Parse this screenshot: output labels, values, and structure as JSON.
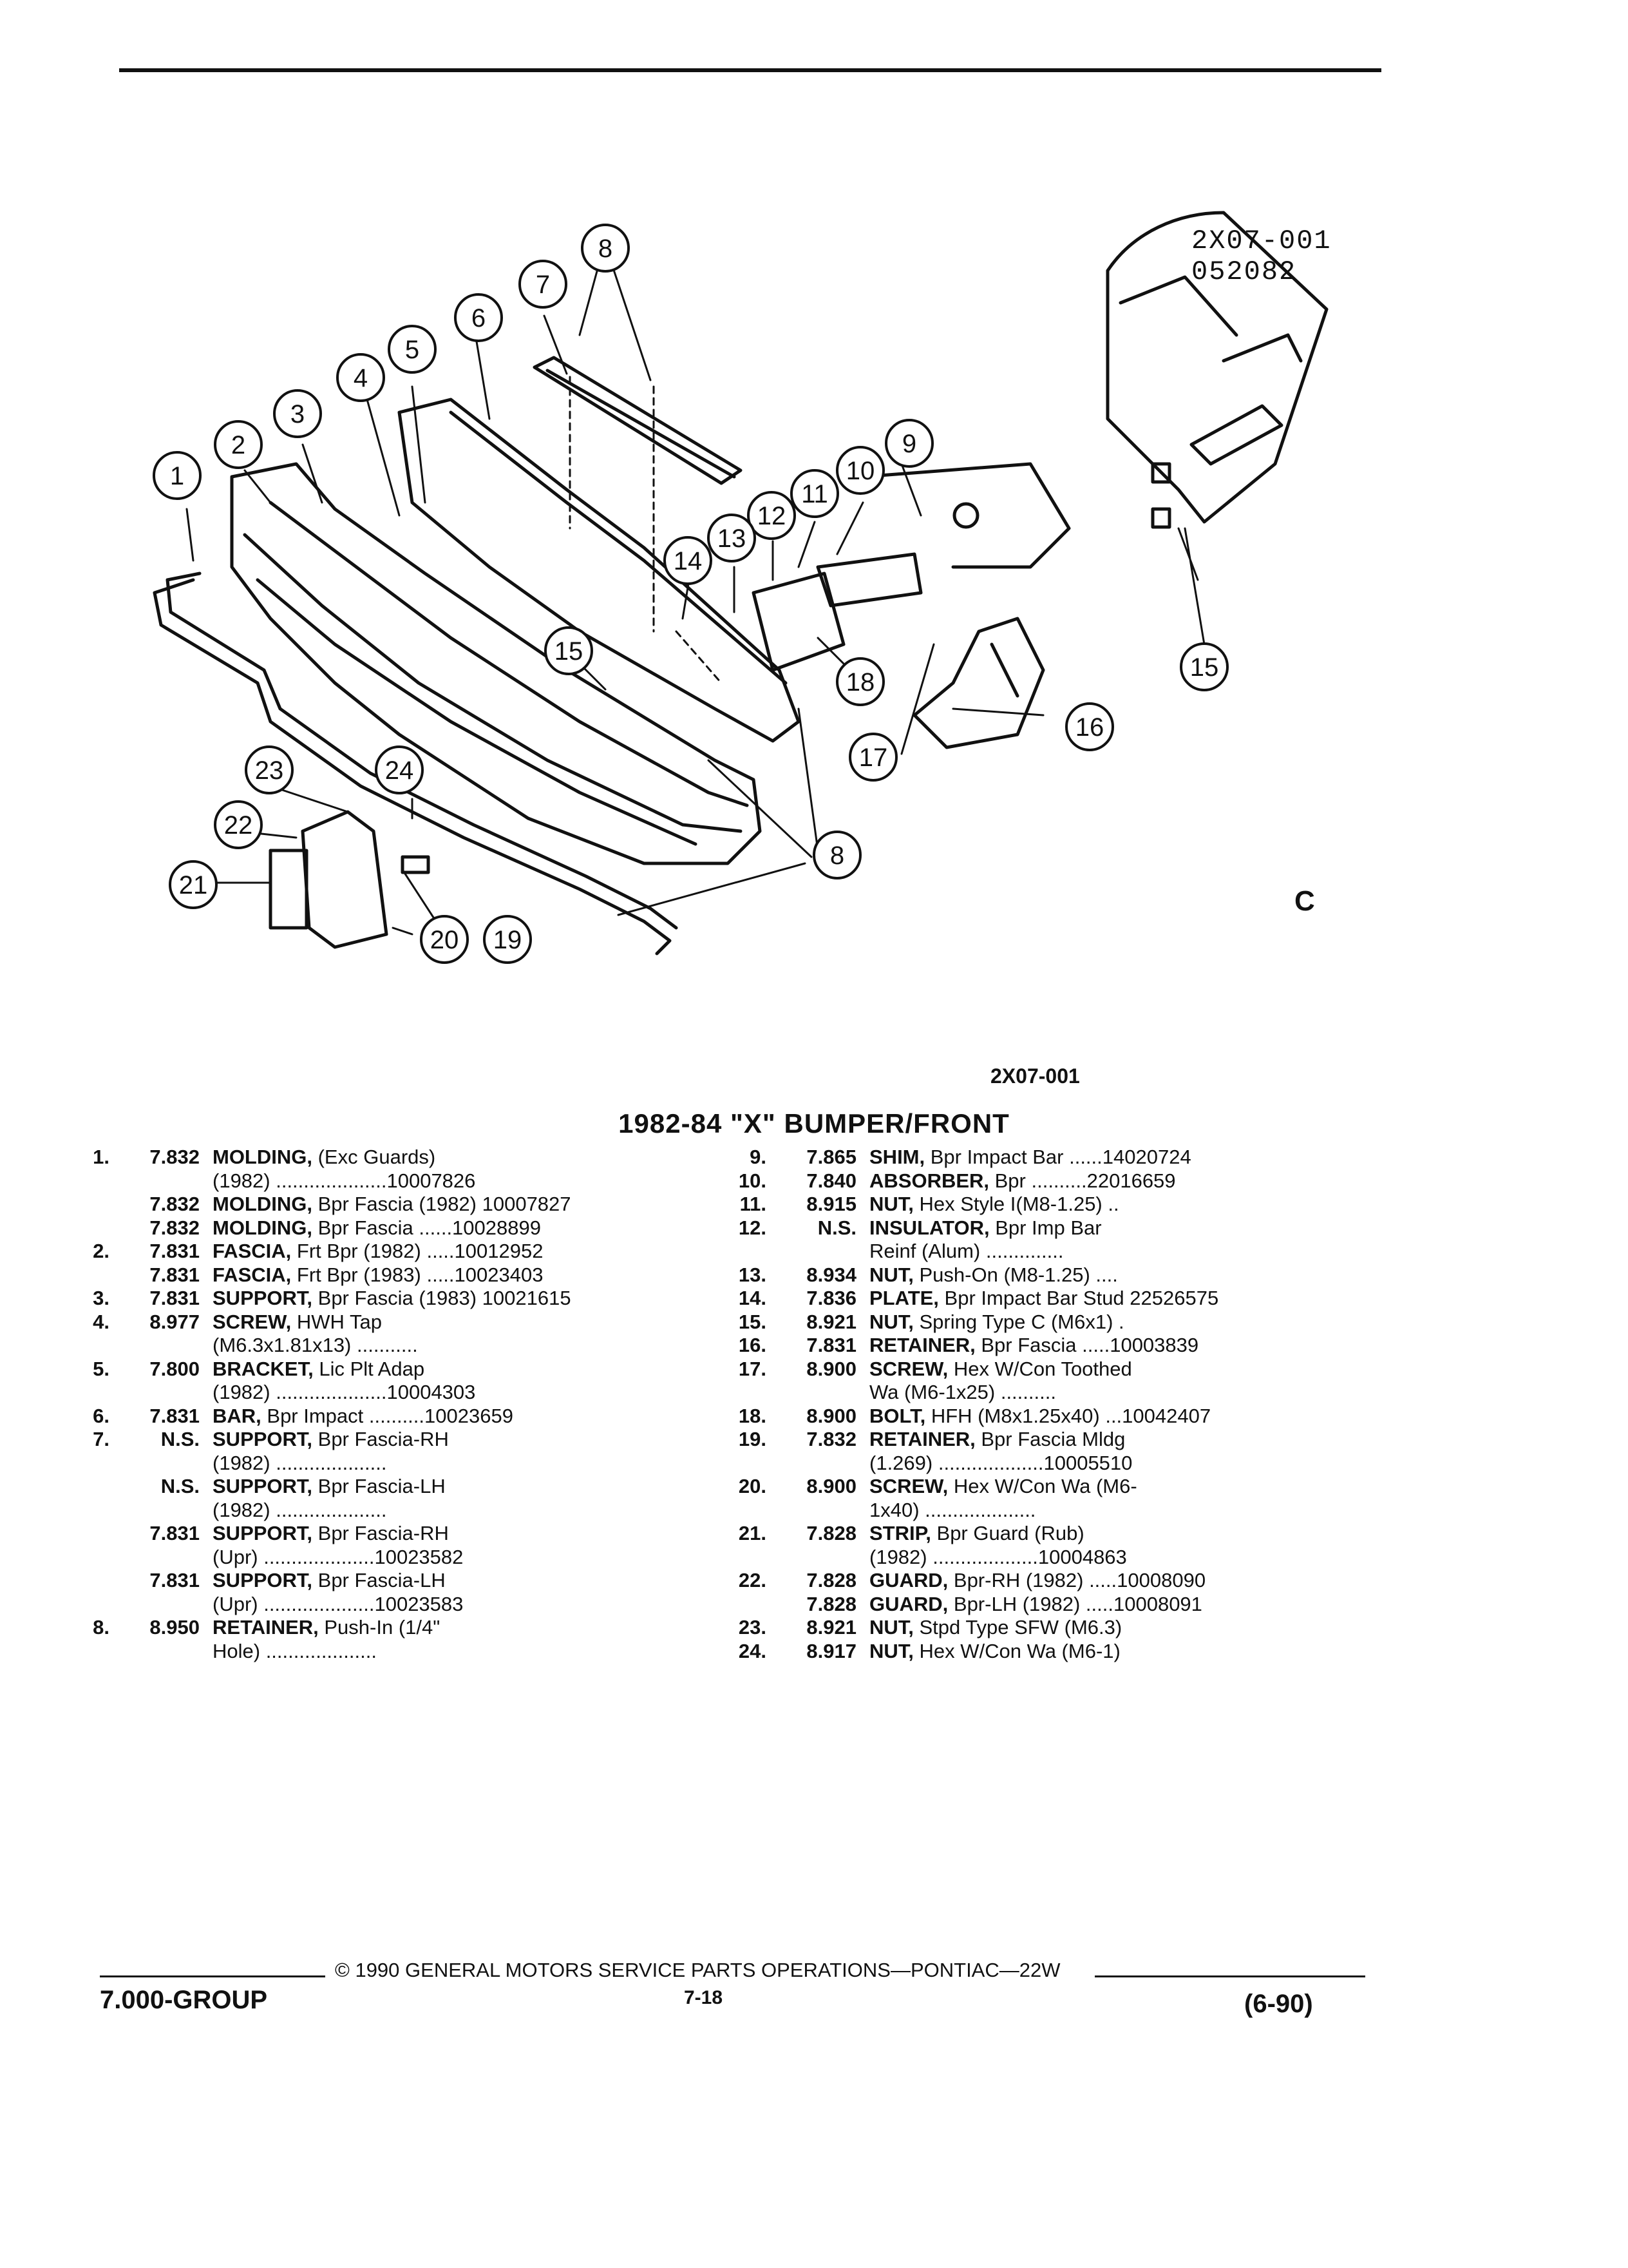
{
  "figure": {
    "code_line1": "2X07-001",
    "code_line2": "052082",
    "code_small": "2X07-001",
    "side_mark": "C",
    "callouts": [
      "1",
      "2",
      "3",
      "4",
      "5",
      "6",
      "7",
      "8",
      "9",
      "10",
      "11",
      "12",
      "13",
      "14",
      "15",
      "16",
      "17",
      "18",
      "19",
      "20",
      "21",
      "22",
      "23",
      "24",
      "8",
      "15"
    ]
  },
  "title": "1982-84 \"X\" BUMPER/FRONT",
  "left_items": [
    {
      "num": "1.",
      "code": "7.832",
      "name": "MOLDING,",
      "rest": " (Exc Guards)"
    },
    {
      "num": "",
      "code": "",
      "name": "",
      "rest": "(1982) ....................10007826"
    },
    {
      "num": "",
      "code": "7.832",
      "name": "MOLDING,",
      "rest": " Bpr Fascia (1982) 10007827"
    },
    {
      "num": "",
      "code": "7.832",
      "name": "MOLDING,",
      "rest": " Bpr Fascia ......10028899"
    },
    {
      "num": "2.",
      "code": "7.831",
      "name": "FASCIA,",
      "rest": " Frt Bpr (1982) .....10012952"
    },
    {
      "num": "",
      "code": "7.831",
      "name": "FASCIA,",
      "rest": " Frt Bpr (1983) .....10023403"
    },
    {
      "num": "3.",
      "code": "7.831",
      "name": "SUPPORT,",
      "rest": " Bpr Fascia (1983) 10021615"
    },
    {
      "num": "4.",
      "code": "8.977",
      "name": "SCREW,",
      "rest": " HWH Tap"
    },
    {
      "num": "",
      "code": "",
      "name": "",
      "rest": "(M6.3x1.81x13) ..........."
    },
    {
      "num": "5.",
      "code": "7.800",
      "name": "BRACKET,",
      "rest": " Lic Plt Adap"
    },
    {
      "num": "",
      "code": "",
      "name": "",
      "rest": "(1982) ....................10004303"
    },
    {
      "num": "6.",
      "code": "7.831",
      "name": "BAR,",
      "rest": " Bpr Impact ..........10023659"
    },
    {
      "num": "7.",
      "code": "N.S.",
      "name": "SUPPORT,",
      "rest": " Bpr Fascia-RH"
    },
    {
      "num": "",
      "code": "",
      "name": "",
      "rest": "(1982) ...................."
    },
    {
      "num": "",
      "code": "N.S.",
      "name": "SUPPORT,",
      "rest": " Bpr Fascia-LH"
    },
    {
      "num": "",
      "code": "",
      "name": "",
      "rest": "(1982) ...................."
    },
    {
      "num": "",
      "code": "7.831",
      "name": "SUPPORT,",
      "rest": " Bpr Fascia-RH"
    },
    {
      "num": "",
      "code": "",
      "name": "",
      "rest": "(Upr) ....................10023582"
    },
    {
      "num": "",
      "code": "7.831",
      "name": "SUPPORT,",
      "rest": " Bpr Fascia-LH"
    },
    {
      "num": "",
      "code": "",
      "name": "",
      "rest": "(Upr) ....................10023583"
    },
    {
      "num": "8.",
      "code": "8.950",
      "name": "RETAINER,",
      "rest": " Push-In (1/4\""
    },
    {
      "num": "",
      "code": "",
      "name": "",
      "rest": "Hole) ...................."
    }
  ],
  "right_items": [
    {
      "num": "9.",
      "code": "7.865",
      "name": "SHIM,",
      "rest": " Bpr Impact Bar ......14020724"
    },
    {
      "num": "10.",
      "code": "7.840",
      "name": "ABSORBER,",
      "rest": " Bpr ..........22016659"
    },
    {
      "num": "11.",
      "code": "8.915",
      "name": "NUT,",
      "rest": " Hex Style I(M8-1.25) .."
    },
    {
      "num": "12.",
      "code": "N.S.",
      "name": "INSULATOR,",
      "rest": " Bpr Imp Bar"
    },
    {
      "num": "",
      "code": "",
      "name": "",
      "rest": "Reinf (Alum) .............."
    },
    {
      "num": "13.",
      "code": "8.934",
      "name": "NUT,",
      "rest": " Push-On (M8-1.25) ...."
    },
    {
      "num": "14.",
      "code": "7.836",
      "name": "PLATE,",
      "rest": " Bpr Impact Bar Stud 22526575"
    },
    {
      "num": "15.",
      "code": "8.921",
      "name": "NUT,",
      "rest": " Spring Type C (M6x1) ."
    },
    {
      "num": "16.",
      "code": "7.831",
      "name": "RETAINER,",
      "rest": " Bpr Fascia .....10003839"
    },
    {
      "num": "17.",
      "code": "8.900",
      "name": "SCREW,",
      "rest": " Hex W/Con Toothed"
    },
    {
      "num": "",
      "code": "",
      "name": "",
      "rest": "Wa (M6-1x25) .........."
    },
    {
      "num": "18.",
      "code": "8.900",
      "name": "BOLT,",
      "rest": " HFH (M8x1.25x40) ...10042407"
    },
    {
      "num": "19.",
      "code": "7.832",
      "name": "RETAINER,",
      "rest": " Bpr Fascia Mldg"
    },
    {
      "num": "",
      "code": "",
      "name": "",
      "rest": "(1.269) ...................10005510"
    },
    {
      "num": "20.",
      "code": "8.900",
      "name": "SCREW,",
      "rest": " Hex W/Con Wa (M6-"
    },
    {
      "num": "",
      "code": "",
      "name": "",
      "rest": "1x40) ...................."
    },
    {
      "num": "21.",
      "code": "7.828",
      "name": "STRIP,",
      "rest": " Bpr Guard (Rub)"
    },
    {
      "num": "",
      "code": "",
      "name": "",
      "rest": "(1982) ...................10004863"
    },
    {
      "num": "22.",
      "code": "7.828",
      "name": "GUARD,",
      "rest": " Bpr-RH (1982) .....10008090"
    },
    {
      "num": "",
      "code": "7.828",
      "name": "GUARD,",
      "rest": " Bpr-LH (1982) .....10008091"
    },
    {
      "num": "23.",
      "code": "8.921",
      "name": "NUT,",
      "rest": " Stpd Type SFW (M6.3)"
    },
    {
      "num": "24.",
      "code": "8.917",
      "name": "NUT,",
      "rest": " Hex W/Con Wa (M6-1)"
    }
  ],
  "footer": {
    "copyright": "© 1990 GENERAL MOTORS SERVICE PARTS OPERATIONS—PONTIAC—22W",
    "group": "7.000-GROUP",
    "page": "7-18",
    "date": "(6-90)"
  }
}
